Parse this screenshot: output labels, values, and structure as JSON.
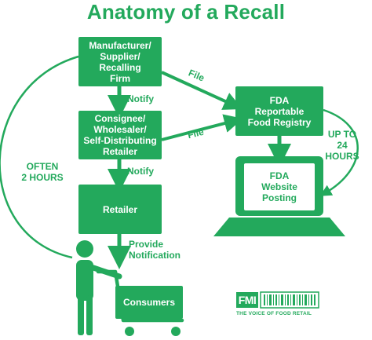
{
  "title": "Anatomy of a Recall",
  "boxes": {
    "manufacturer": "Manufacturer/\nSupplier/\nRecalling\nFirm",
    "consignee": "Consignee/\nWholesaler/\nSelf-Distributing\nRetailer",
    "retailer": "Retailer",
    "registry": "FDA\nReportable\nFood Registry",
    "website": "FDA\nWebsite\nPosting",
    "consumers": "Consumers"
  },
  "labels": {
    "notify_1": "Notify",
    "notify_2": "Notify",
    "file_1": "File",
    "file_2": "File",
    "provide_notification": "Provide\nNotification",
    "up_to_24_hours": "UP TO\n24\nHOURS",
    "often_2_hours": "OFTEN\n2 HOURS"
  },
  "logo": {
    "mark": "FMI",
    "tagline": "THE VOICE OF FOOD RETAIL"
  },
  "colors": {
    "green": "#23a95c",
    "white": "#ffffff"
  },
  "icons": [
    "person-icon",
    "shopping-cart-icon",
    "laptop-icon",
    "barcode-icon"
  ]
}
